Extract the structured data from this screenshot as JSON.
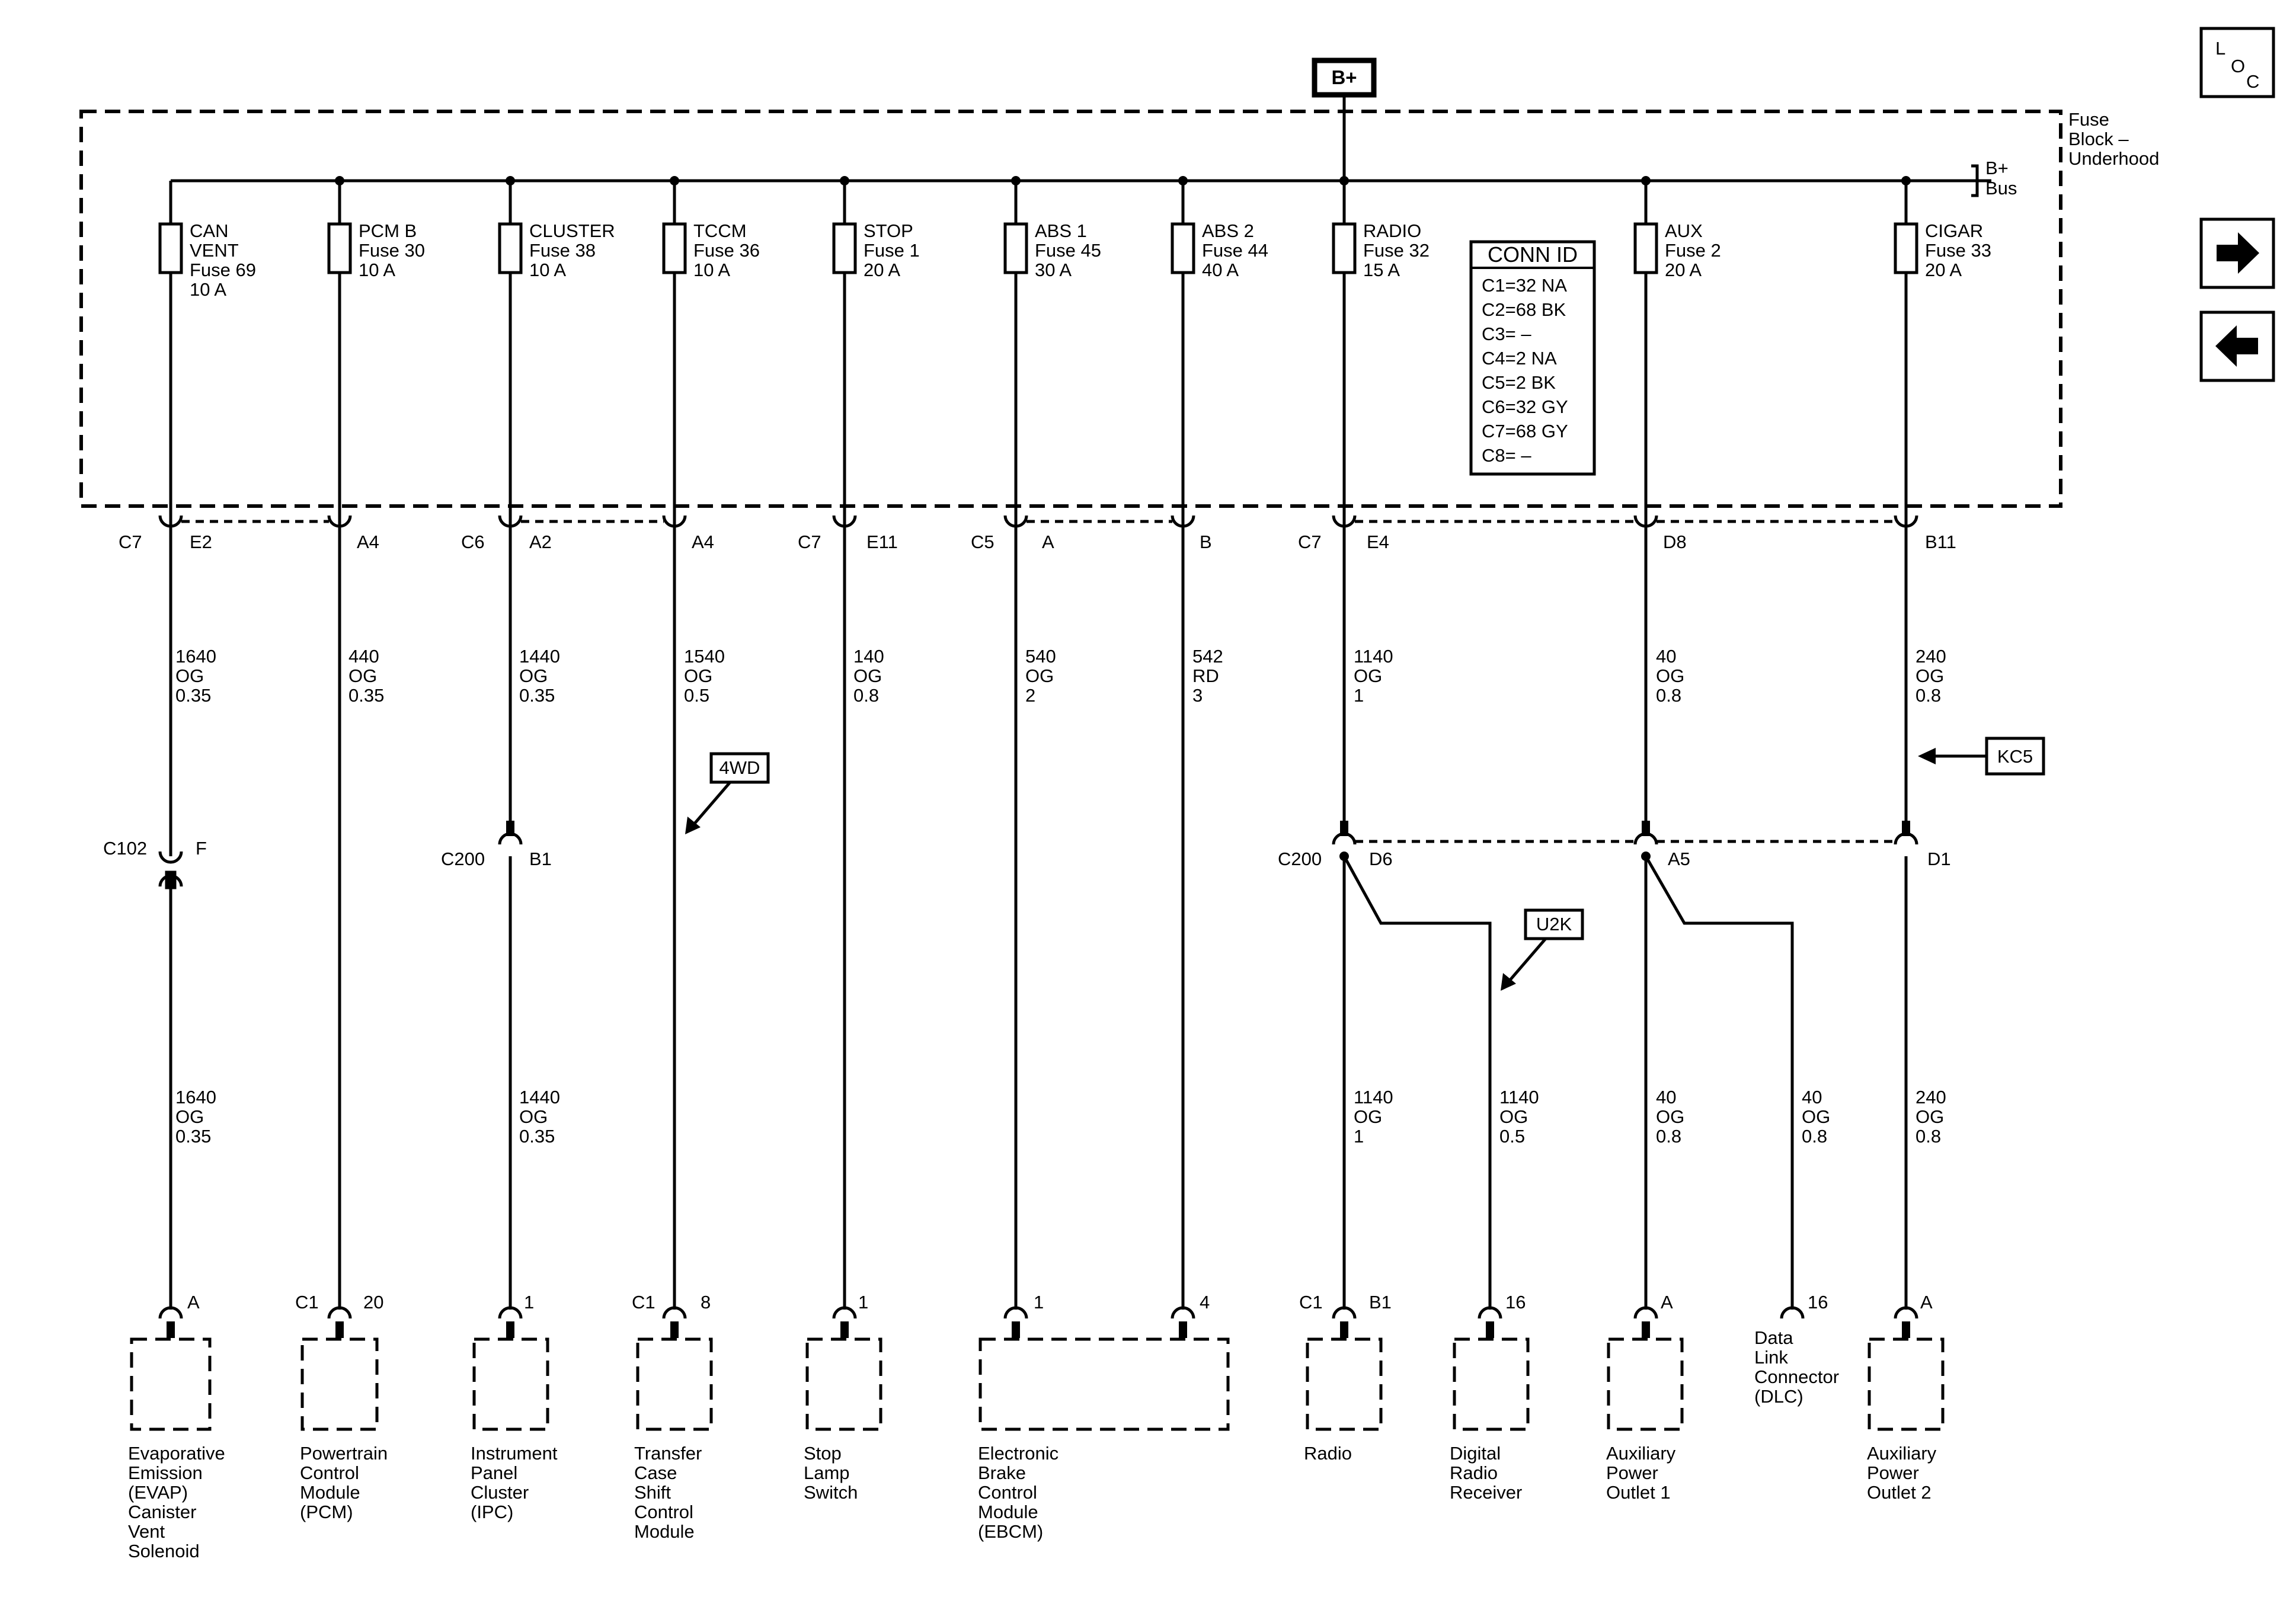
{
  "supply": {
    "label": "B+"
  },
  "fuse_block": {
    "label_lines": [
      "Fuse",
      "Block –",
      "Underhood"
    ]
  },
  "bus": {
    "label_lines": [
      "B+",
      "Bus"
    ]
  },
  "nav": {
    "loc_letters": [
      "L",
      "O",
      "C"
    ],
    "next_icon": "right-arrow-icon",
    "prev_icon": "left-arrow-icon"
  },
  "conn_id": {
    "title": "CONN ID",
    "rows": [
      "C1=32 NA",
      "C2=68 BK",
      "C3= –",
      "C4=2 NA",
      "C5=2 BK",
      "C6=32 GY",
      "C7=68 GY",
      "C8= –"
    ]
  },
  "fuses": [
    {
      "lines": [
        "CAN",
        "VENT",
        "Fuse 69",
        "10 A"
      ]
    },
    {
      "lines": [
        "PCM B",
        "Fuse 30",
        "10 A"
      ]
    },
    {
      "lines": [
        "CLUSTER",
        "Fuse 38",
        "10 A"
      ]
    },
    {
      "lines": [
        "TCCM",
        "Fuse 36",
        "10 A"
      ]
    },
    {
      "lines": [
        "STOP",
        "Fuse 1",
        "20 A"
      ]
    },
    {
      "lines": [
        "ABS 1",
        "Fuse 45",
        "30 A"
      ]
    },
    {
      "lines": [
        "ABS 2",
        "Fuse 44",
        "40 A"
      ]
    },
    {
      "lines": [
        "RADIO",
        "Fuse 32",
        "15 A"
      ]
    },
    {
      "lines": [
        "AUX",
        "Fuse 2",
        "20 A"
      ]
    },
    {
      "lines": [
        "CIGAR",
        "Fuse 33",
        "20 A"
      ]
    }
  ],
  "block_connectors": [
    {
      "conn": "C7",
      "pin": "E2"
    },
    {
      "conn": "",
      "pin": "A4"
    },
    {
      "conn": "C6",
      "pin": "A2"
    },
    {
      "conn": "",
      "pin": "A4"
    },
    {
      "conn": "C7",
      "pin": "E11"
    },
    {
      "conn": "C5",
      "pin": "A"
    },
    {
      "conn": "",
      "pin": "B"
    },
    {
      "conn": "C7",
      "pin": "E4"
    },
    {
      "conn": "",
      "pin": "D8"
    },
    {
      "conn": "",
      "pin": "B11"
    }
  ],
  "upper_wires": [
    [
      "1640",
      "OG",
      "0.35"
    ],
    [
      "440",
      "OG",
      "0.35"
    ],
    [
      "1440",
      "OG",
      "0.35"
    ],
    [
      "1540",
      "OG",
      "0.5"
    ],
    [
      "140",
      "OG",
      "0.8"
    ],
    [
      "540",
      "OG",
      "2"
    ],
    [
      "542",
      "RD",
      "3"
    ],
    [
      "1140",
      "OG",
      "1"
    ],
    [
      "40",
      "OG",
      "0.8"
    ],
    [
      "240",
      "OG",
      "0.8"
    ]
  ],
  "inline_connectors": {
    "c102": {
      "conn": "C102",
      "pin": "F"
    },
    "c200_b1": {
      "conn": "C200",
      "pin": "B1"
    },
    "c200_d6": {
      "conn": "C200",
      "pin": "D6"
    },
    "c200_a5": {
      "pin": "A5"
    },
    "c200_d1": {
      "pin": "D1"
    }
  },
  "options": {
    "four_wd": "4WD",
    "u2k": "U2K",
    "kc5": "KC5"
  },
  "lower_wires": {
    "evap": [
      "1640",
      "OG",
      "0.35"
    ],
    "ipc": [
      "1440",
      "OG",
      "0.35"
    ],
    "radio": [
      "1140",
      "OG",
      "1"
    ],
    "digital_radio": [
      "1140",
      "OG",
      "0.5"
    ],
    "aux1": [
      "40",
      "OG",
      "0.8"
    ],
    "dlc": [
      "40",
      "OG",
      "0.8"
    ],
    "aux2": [
      "240",
      "OG",
      "0.8"
    ]
  },
  "components": [
    {
      "conn": "",
      "pin": "A",
      "name": [
        "Evaporative",
        "Emission",
        "(EVAP)",
        "Canister",
        "Vent",
        "Solenoid"
      ]
    },
    {
      "conn": "C1",
      "pin": "20",
      "name": [
        "Powertrain",
        "Control",
        "Module",
        "(PCM)"
      ]
    },
    {
      "conn": "",
      "pin": "1",
      "name": [
        "Instrument",
        "Panel",
        "Cluster",
        "(IPC)"
      ]
    },
    {
      "conn": "C1",
      "pin": "8",
      "name": [
        "Transfer",
        "Case",
        "Shift",
        "Control",
        "Module"
      ]
    },
    {
      "conn": "",
      "pin": "1",
      "name": [
        "Stop",
        "Lamp",
        "Switch"
      ]
    },
    {
      "conn": "",
      "pin": "1",
      "pin2": "4",
      "name": [
        "Electronic",
        "Brake",
        "Control",
        "Module",
        "(EBCM)"
      ]
    },
    {
      "conn": "C1",
      "pin": "B1",
      "name": [
        "Radio"
      ]
    },
    {
      "conn": "",
      "pin": "16",
      "name": [
        "Digital",
        "Radio",
        "Receiver"
      ]
    },
    {
      "conn": "",
      "pin": "A",
      "name": [
        "Auxiliary",
        "Power",
        "Outlet 1"
      ]
    },
    {
      "conn": "",
      "pin": "16",
      "name": [
        "Data",
        "Link",
        "Connector",
        "(DLC)"
      ]
    },
    {
      "conn": "",
      "pin": "A",
      "name": [
        "Auxiliary",
        "Power",
        "Outlet 2"
      ]
    }
  ]
}
